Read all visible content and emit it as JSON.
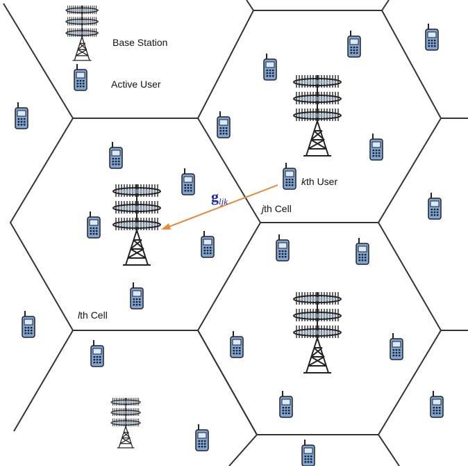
{
  "legend": {
    "base_station_label": "Base Station",
    "active_user_label": "Active User"
  },
  "labels": {
    "kth_user": {
      "italic": "k",
      "rest": "th User"
    },
    "jth_cell": {
      "italic": "j",
      "rest": "th Cell"
    },
    "lth_cell": {
      "italic": "l",
      "rest": "th Cell"
    },
    "channel_symbol": "g",
    "channel_subscript": "ljk"
  },
  "colors": {
    "cell_border": "#333333",
    "phone_body": "#7fa6d9",
    "phone_screen": "#dceaf8",
    "arrow": "#e38a3c",
    "channel_symbol": "#1f2a9c"
  },
  "icons": {
    "base_station": "base-station-tower-icon",
    "user": "mobile-phone-icon"
  }
}
